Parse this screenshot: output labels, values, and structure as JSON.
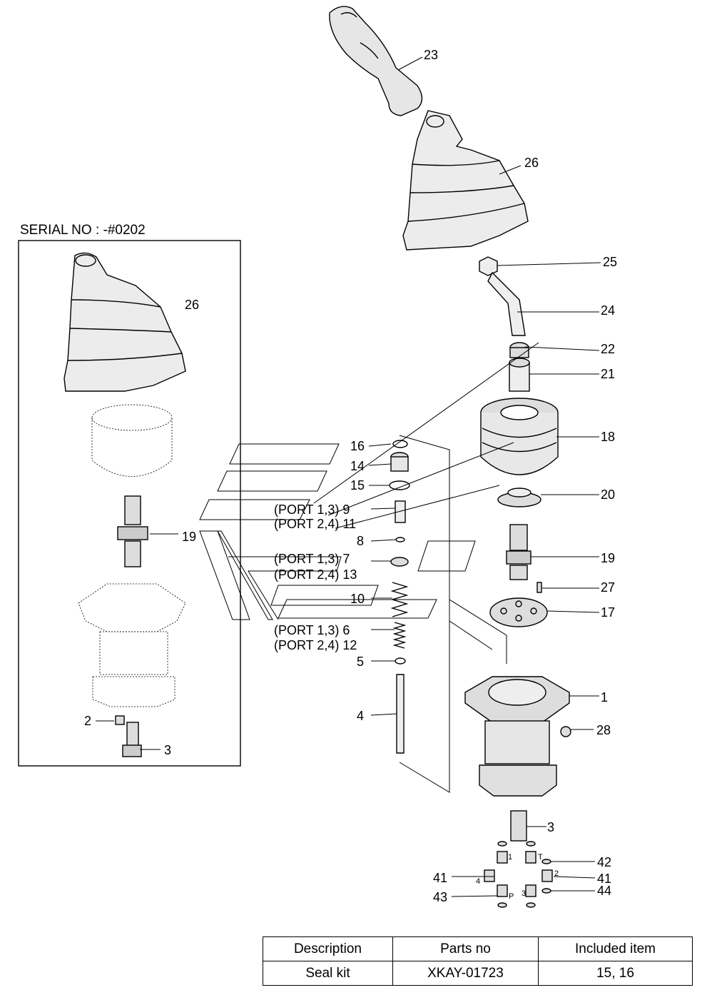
{
  "serial_label": "SERIAL NO : -#0202",
  "callouts": {
    "c23": "23",
    "c26": "26",
    "c25": "25",
    "c24": "24",
    "c22": "22",
    "c21": "21",
    "c18": "18",
    "c20": "20",
    "c19": "19",
    "c27": "27",
    "c17": "17",
    "c1": "1",
    "c28": "28",
    "c3": "3",
    "c42": "42",
    "c41": "41",
    "c44": "44",
    "c43": "43",
    "c16": "16",
    "c14": "14",
    "c15": "15",
    "c9": "(PORT 1,3)  9",
    "c11": "(PORT 2,4) 11",
    "c8": "8",
    "c7": "(PORT 1,3)  7",
    "c13": "(PORT 2,4) 13",
    "c10": "10",
    "c6": "(PORT 1,3)  6",
    "c12": "(PORT 2,4) 12",
    "c5": "5",
    "c4": "4",
    "inset26": "26",
    "inset19": "19",
    "inset2": "2",
    "inset3": "3",
    "c41b": "41"
  },
  "port_marks": {
    "p1": "1",
    "pT": "T",
    "p2": "2",
    "p4": "4",
    "p3": "3",
    "pP": "P"
  },
  "table": {
    "headers": [
      "Description",
      "Parts no",
      "Included item"
    ],
    "row": [
      "Seal kit",
      "XKAY-01723",
      "15, 16"
    ]
  }
}
